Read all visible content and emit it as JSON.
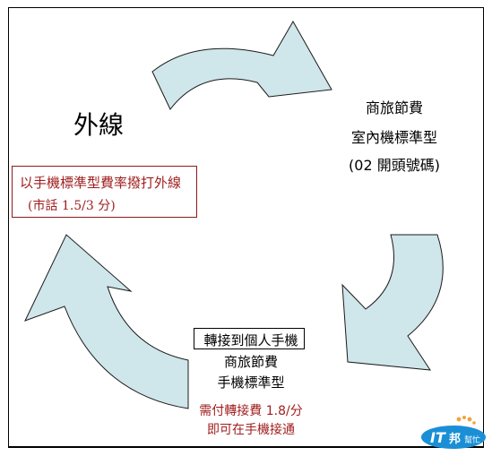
{
  "outer": {
    "title": "外線",
    "box_line1": "以手機標準型費率撥打外線",
    "box_line2": "(市話 1.5/3 分)"
  },
  "right": {
    "line1": "商旅節費",
    "line2": "室內機標準型",
    "line3": "(02 開頭號碼)"
  },
  "bottom": {
    "line1": "轉接到個人手機",
    "line2": "商旅節費",
    "line3": "手機標準型",
    "red_line1": "需付轉接費 1.8/分",
    "red_line2": "即可在手機接通"
  },
  "logo": {
    "text_main": "IT",
    "text_sub": "邦",
    "text_small": "幫忙"
  },
  "colors": {
    "arrow_fill": "#cfe6ea",
    "arrow_stroke": "#1a1a1a",
    "red_text": "#a01e1e",
    "logo_blue": "#1a8fd6"
  }
}
